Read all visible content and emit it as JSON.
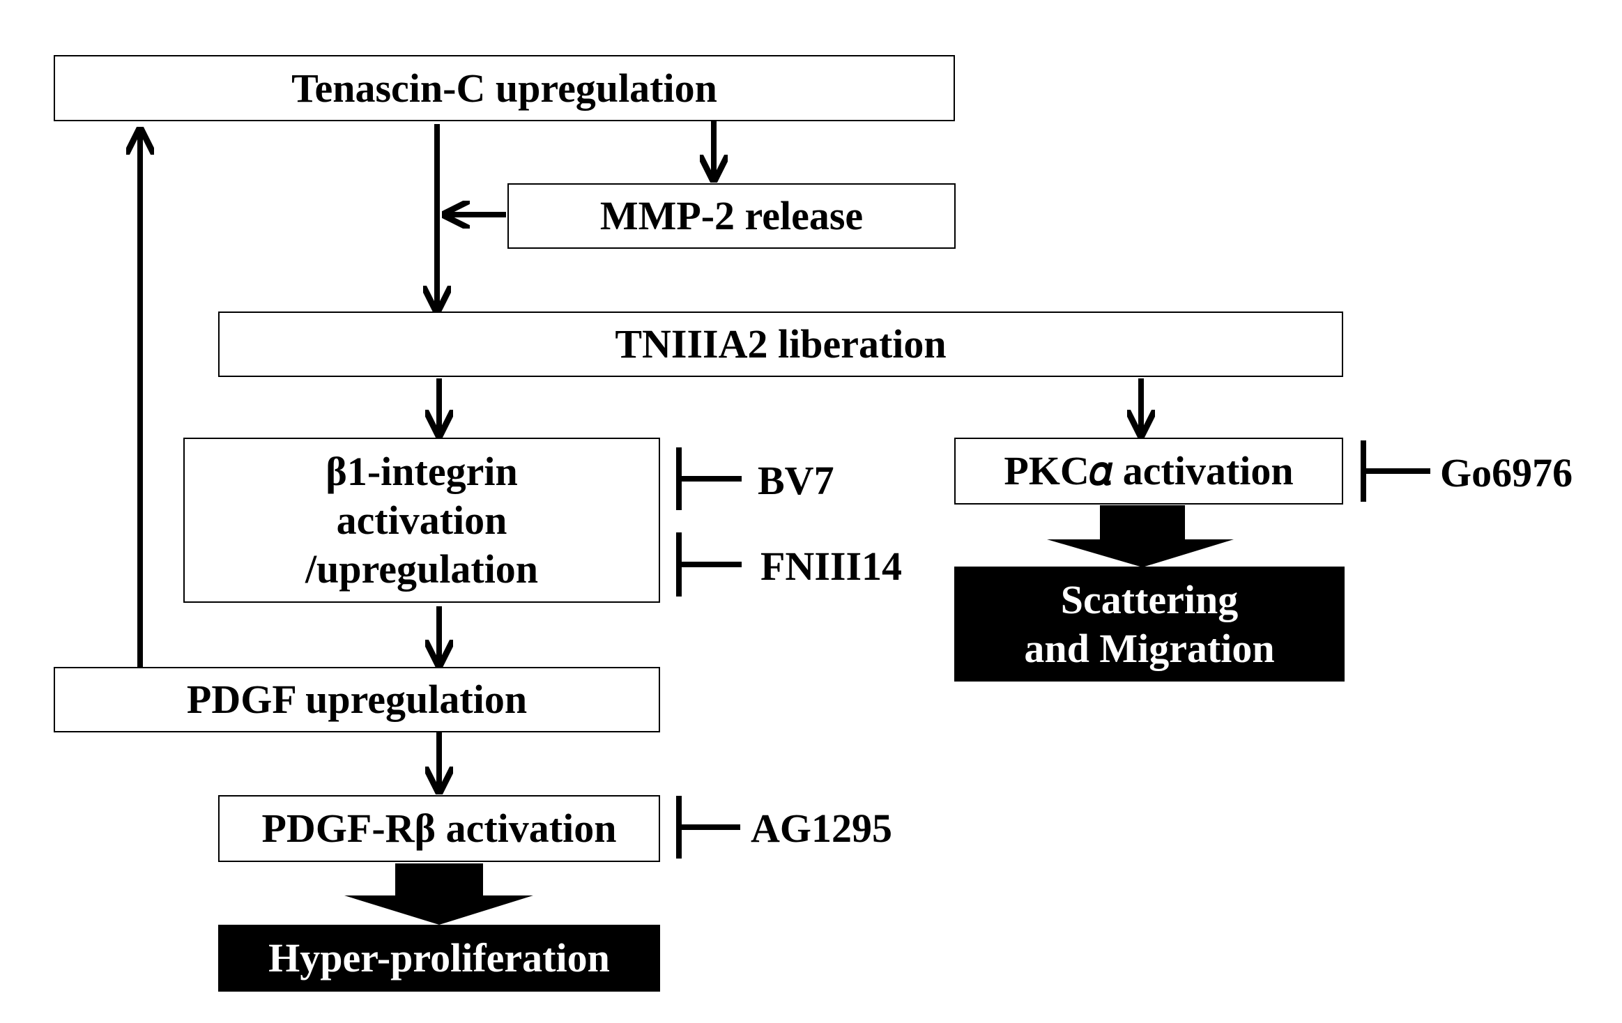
{
  "nodes": {
    "tenascin": "Tenascin-C upregulation",
    "mmp2": "MMP-2 release",
    "tniiia2": "TNIIIA2 liberation",
    "integrin": [
      "β1-integrin",
      "activation",
      "/upregulation"
    ],
    "pkca": "PKC𝛼 activation",
    "scattering": [
      "Scattering",
      "and Migration"
    ],
    "pdgf": "PDGF upregulation",
    "pdgfr": "PDGF-Rβ activation",
    "hyper": "Hyper-proliferation"
  },
  "inhibitors": {
    "bv7": "BV7",
    "fniii14": "FNIII14",
    "go6976": "Go6976",
    "ag1295": "AG1295"
  }
}
